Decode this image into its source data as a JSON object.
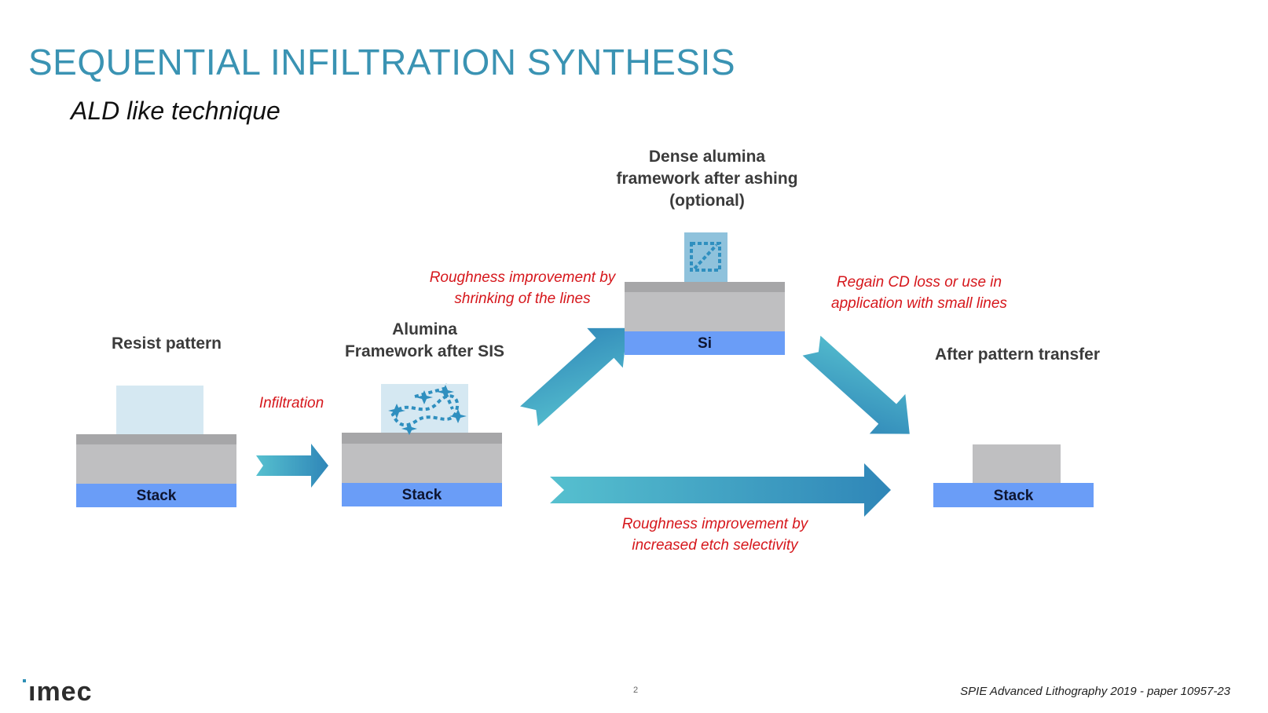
{
  "header": {
    "title": "SEQUENTIAL INFILTRATION SYNTHESIS",
    "subtitle": "ALD like technique"
  },
  "stages": {
    "resist": {
      "label": "Resist pattern",
      "base": "Stack"
    },
    "alumina": {
      "label_line1": "Alumina",
      "label_line2": "Framework after SIS",
      "base": "Stack"
    },
    "dense": {
      "label_line1": "Dense alumina",
      "label_line2": "framework after ashing",
      "label_line3": "(optional)",
      "base": "Si"
    },
    "transfer": {
      "label": "After pattern transfer",
      "base": "Stack"
    }
  },
  "annotations": {
    "infiltration": "Infiltration",
    "shrink_line1": "Roughness improvement by",
    "shrink_line2": "shrinking of the lines",
    "regain_line1": "Regain CD loss or use in",
    "regain_line2": "application with small lines",
    "etch_line1": "Roughness improvement by",
    "etch_line2": "increased etch selectivity"
  },
  "colors": {
    "title": "#3a93b3",
    "annotation": "#d6171c",
    "arrow_start": "#56c0cf",
    "arrow_end": "#2f86b8",
    "stack_blue": "#6a9df7",
    "resist_light": "#d5e8f2",
    "framework_blue": "#8fc2dc"
  },
  "footer": {
    "logo": "ımec",
    "page": "2",
    "note": "SPIE Advanced Lithography 2019 - paper 10957-23"
  }
}
